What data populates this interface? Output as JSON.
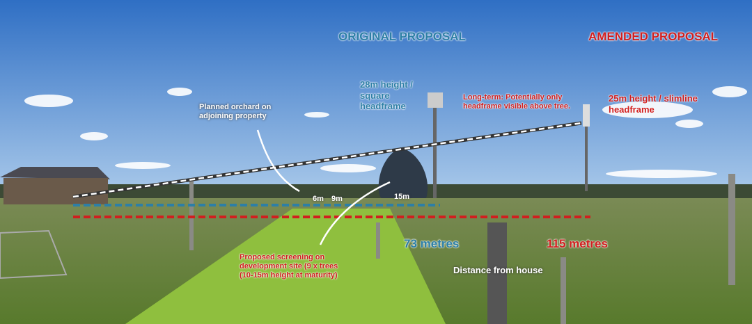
{
  "headings": {
    "original": "ORIGINAL PROPOSAL",
    "amended": "AMENDED PROPOSAL"
  },
  "labels": {
    "original_tower": "28m height / square headframe",
    "amended_tower": "25m height / slimline headframe",
    "long_term": "Long-term: Potentially only headframe visible above tree.",
    "orchard": "Planned orchard on adjoining property",
    "screening": "Proposed screening on development site (9 x trees (10-15m height at maturity)",
    "distance_caption": "Distance from house"
  },
  "tree_heights": {
    "a": "6m",
    "b": "9m",
    "c": "15m"
  },
  "distances": {
    "original": "73 metres",
    "amended": "115 metres"
  },
  "colors": {
    "original": "#2d7fa6",
    "amended": "#d11f1f",
    "sky": "#3f7fd0",
    "grass": "#6f8f3a"
  }
}
